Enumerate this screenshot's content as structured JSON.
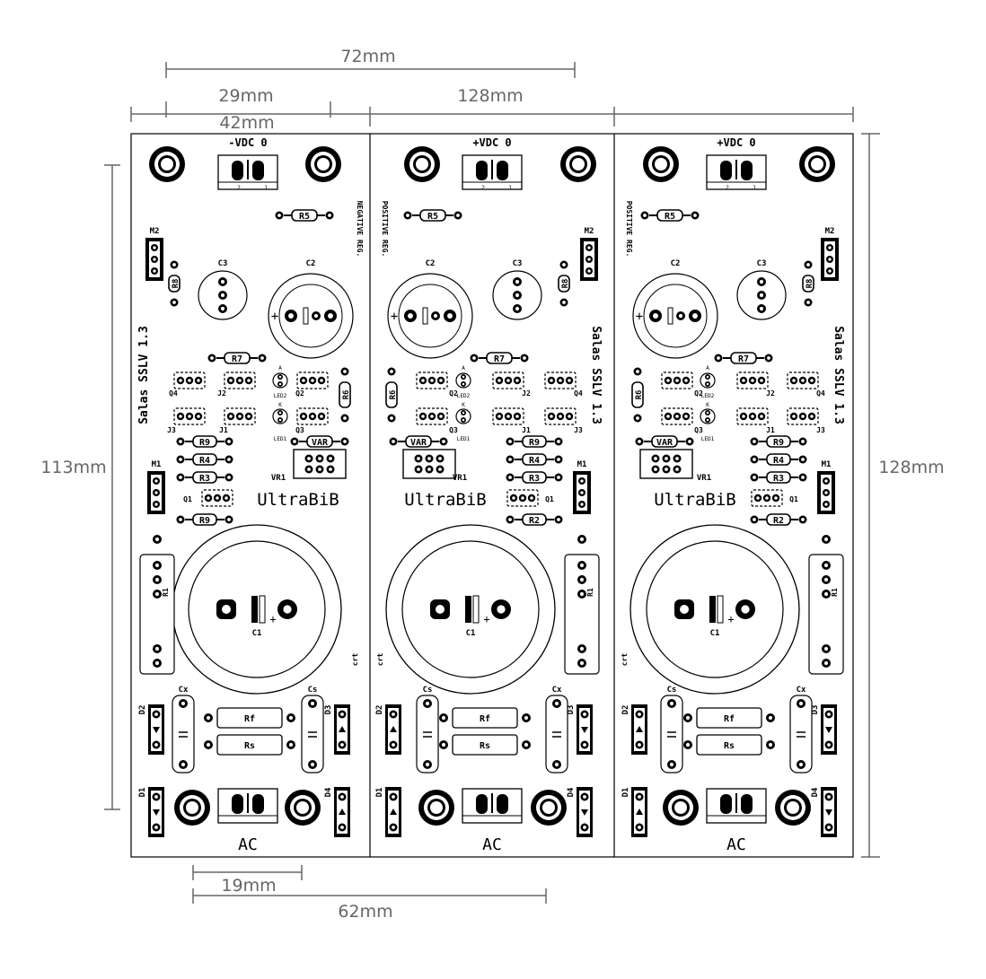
{
  "colors": {
    "board": "#ffffff",
    "ink": "#000000",
    "dim": "#666666"
  },
  "dimensions": {
    "top_72": "72mm",
    "top_29": "29mm",
    "top_42": "42mm",
    "top_128": "128mm",
    "left_113": "113mm",
    "right_128": "128mm",
    "bottom_19": "19mm",
    "bottom_62": "62mm"
  },
  "labels": {
    "vdc_neg": "-VDC 0",
    "vdc_pos": "+VDC 0",
    "negative_reg": "NEGATIVE REG.",
    "positive_reg": "POSITIVE REG.",
    "salas": "Salas SSLV 1.3",
    "ultrabib": "UltraBiB",
    "ac": "AC",
    "crt": "crt",
    "plus": "+"
  },
  "parts": {
    "R5": "R5",
    "R6": "R6",
    "R7": "R7",
    "R8": "R8",
    "R9": "R9",
    "R4": "R4",
    "R3": "R3",
    "R2": "R2",
    "R1": "R1",
    "VR1": "VR1",
    "VAR": "VAR",
    "Rf": "Rf",
    "Rs": "Rs",
    "C1": "C1",
    "C2": "C2",
    "C3": "C3",
    "Cx": "Cx",
    "Cs": "Cs",
    "Q1": "Q1",
    "Q2": "Q2",
    "Q3": "Q3",
    "Q4": "Q4",
    "J1": "J1",
    "J2": "J2",
    "J3": "J3",
    "M1": "M1",
    "M2": "M2",
    "D1": "D1",
    "D2": "D2",
    "D3": "D3",
    "D4": "D4",
    "LED1": "LED1",
    "LED2": "LED2",
    "K": "K",
    "A": "A",
    "pin1": "1",
    "pin2": "2"
  }
}
